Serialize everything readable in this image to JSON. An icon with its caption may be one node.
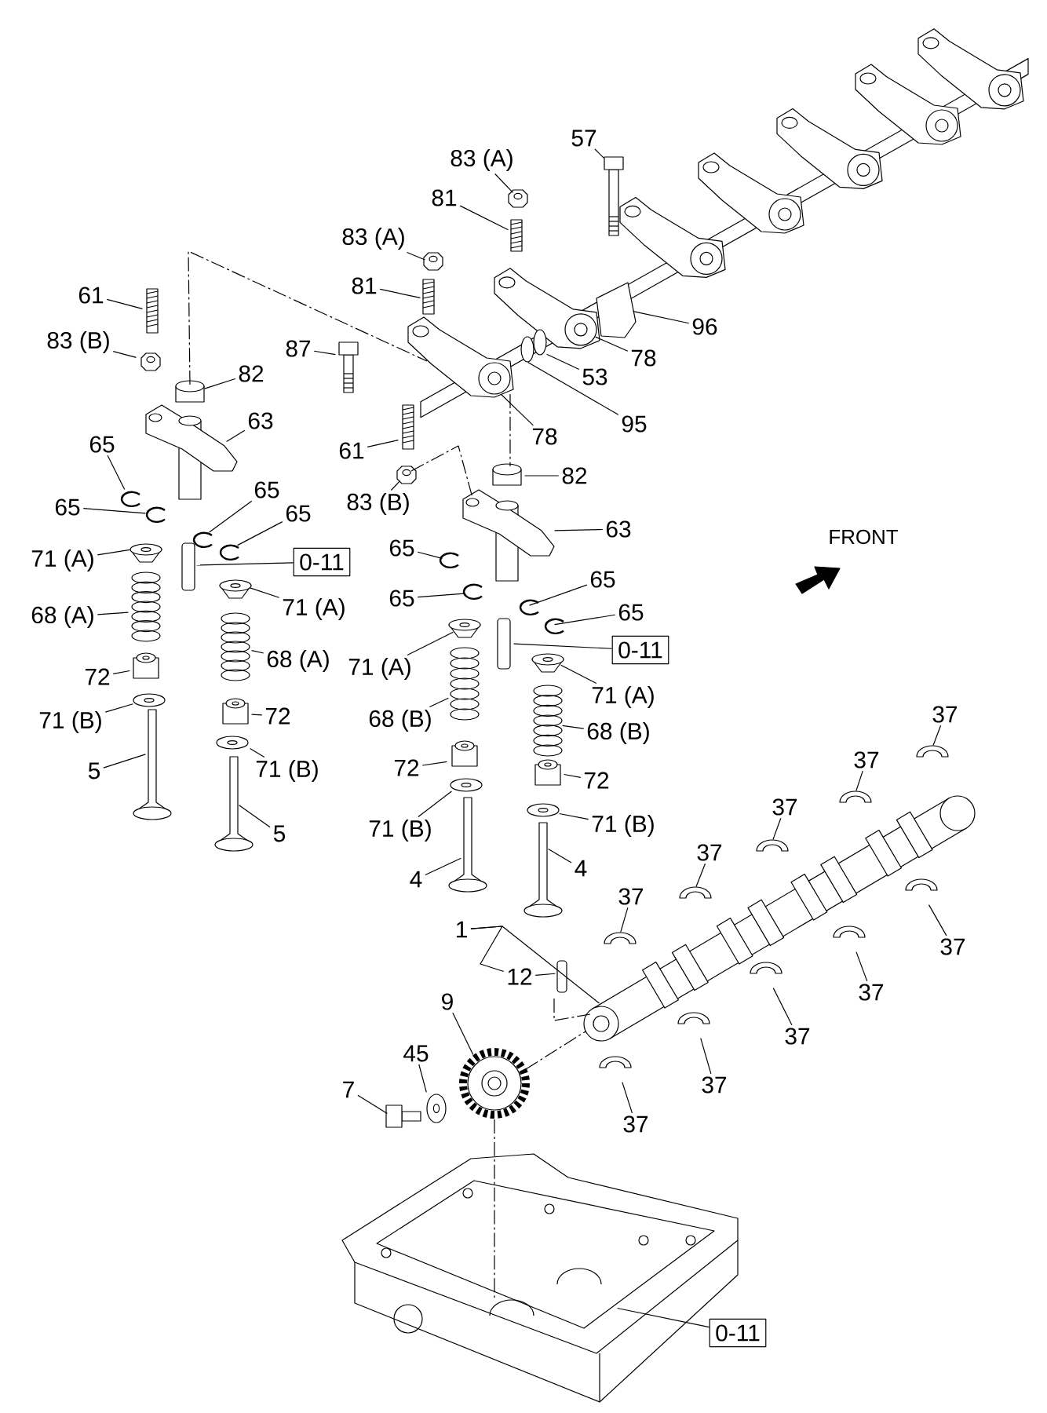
{
  "diagram": {
    "nodes": [
      {
        "text": [
          "61"
        ]
      },
      {
        "text": [
          "83 (B)"
        ]
      },
      {
        "text": [
          "82"
        ]
      },
      {
        "text": [
          "63"
        ]
      },
      {
        "text": [
          "65"
        ]
      },
      {
        "text": [
          "65"
        ]
      },
      {
        "text": [
          "65"
        ]
      },
      {
        "text": [
          "65"
        ]
      },
      {
        "text": [
          "0-11"
        ]
      },
      {
        "text": [
          "71 (A)"
        ]
      },
      {
        "text": [
          "71 (A)"
        ]
      },
      {
        "text": [
          "68 (A)"
        ]
      },
      {
        "text": [
          "68 (A)"
        ]
      },
      {
        "text": [
          "72"
        ]
      },
      {
        "text": [
          "72"
        ]
      },
      {
        "text": [
          "71 (B)"
        ]
      },
      {
        "text": [
          "71 (B)"
        ]
      },
      {
        "text": [
          "5"
        ]
      },
      {
        "text": [
          "5"
        ]
      },
      {
        "text": [
          "83 (A)"
        ]
      },
      {
        "text": [
          "81"
        ]
      },
      {
        "text": [
          "83 (A)"
        ]
      },
      {
        "text": [
          "81"
        ]
      },
      {
        "text": [
          "87"
        ]
      },
      {
        "text": [
          "57"
        ]
      },
      {
        "text": [
          "96"
        ]
      },
      {
        "text": [
          "78"
        ]
      },
      {
        "text": [
          "53"
        ]
      },
      {
        "text": [
          "95"
        ]
      },
      {
        "text": [
          "78"
        ]
      },
      {
        "text": [
          "61"
        ]
      },
      {
        "text": [
          "83 (B)"
        ]
      },
      {
        "text": [
          "82"
        ]
      },
      {
        "text": [
          "63"
        ]
      },
      {
        "text": [
          "65"
        ]
      },
      {
        "text": [
          "65"
        ]
      },
      {
        "text": [
          "65"
        ]
      },
      {
        "text": [
          "65"
        ]
      },
      {
        "text": [
          "0-11"
        ]
      },
      {
        "text": [
          "71 (A)"
        ]
      },
      {
        "text": [
          "71 (A)"
        ]
      },
      {
        "text": [
          "68 (B)"
        ]
      },
      {
        "text": [
          "68 (B)"
        ]
      },
      {
        "text": [
          "72"
        ]
      },
      {
        "text": [
          "72"
        ]
      },
      {
        "text": [
          "71 (B)"
        ]
      },
      {
        "text": [
          "71 (B)"
        ]
      },
      {
        "text": [
          "4"
        ]
      },
      {
        "text": [
          "4"
        ]
      },
      {
        "text": [
          "37"
        ]
      },
      {
        "text": [
          "37"
        ]
      },
      {
        "text": [
          "37"
        ]
      },
      {
        "text": [
          "37"
        ]
      },
      {
        "text": [
          "37"
        ]
      },
      {
        "text": [
          "37"
        ]
      },
      {
        "text": [
          "37"
        ]
      },
      {
        "text": [
          "37"
        ]
      },
      {
        "text": [
          "37"
        ]
      },
      {
        "text": [
          "37"
        ]
      },
      {
        "text": [
          "1"
        ]
      },
      {
        "text": [
          "12"
        ]
      },
      {
        "text": [
          "9"
        ]
      },
      {
        "text": [
          "45"
        ]
      },
      {
        "text": [
          "7"
        ]
      },
      {
        "text": [
          "0-11"
        ]
      },
      {
        "text": [],
        "shape": "picture"
      },
      {
        "text": [],
        "shape": "picture"
      },
      {
        "text": [],
        "shape": "box"
      },
      {
        "text": [],
        "shape": "picture"
      },
      {
        "text": [],
        "shape": "picture"
      },
      {
        "text": [],
        "shape": "picture"
      },
      {
        "text": [],
        "shape": "picture"
      },
      {
        "text": [],
        "shape": "picture"
      },
      {
        "text": [],
        "shape": "box"
      },
      {
        "text": [],
        "shape": "picture"
      },
      {
        "text": [],
        "shape": "picture"
      },
      {
        "text": [],
        "shape": "picture"
      },
      {
        "text": [],
        "shape": "picture"
      },
      {
        "text": [],
        "shape": "box"
      },
      {
        "text": [],
        "shape": "box"
      },
      {
        "text": [],
        "shape": "picture"
      },
      {
        "text": [],
        "shape": "picture"
      },
      {
        "text": [],
        "shape": "picture"
      },
      {
        "text": [],
        "shape": "picture"
      },
      {
        "text": [],
        "shape": "picture"
      },
      {
        "text": [],
        "shape": "picture"
      },
      {
        "text": [],
        "shape": "picture"
      },
      {
        "text": [],
        "shape": "picture"
      },
      {
        "text": [],
        "shape": "picture"
      },
      {
        "text": [],
        "shape": "picture"
      },
      {
        "text": [],
        "shape": "picture"
      },
      {
        "text": [],
        "shape": "picture"
      },
      {
        "text": [],
        "shape": "circle"
      },
      {
        "text": [],
        "shape": "circle"
      },
      {
        "text": [],
        "shape": "picture"
      },
      {
        "text": [],
        "shape": "picture"
      },
      {
        "text": [],
        "shape": "picture"
      },
      {
        "text": [],
        "shape": "box"
      },
      {
        "text": [],
        "shape": "picture"
      },
      {
        "text": [],
        "shape": "picture"
      },
      {
        "text": [],
        "shape": "picture"
      },
      {
        "text": [],
        "shape": "picture"
      },
      {
        "text": [],
        "shape": "picture"
      },
      {
        "text": [],
        "shape": "box"
      },
      {
        "text": [],
        "shape": "picture"
      },
      {
        "text": [],
        "shape": "picture"
      },
      {
        "text": [],
        "shape": "picture"
      },
      {
        "text": [],
        "shape": "picture"
      },
      {
        "text": [],
        "shape": "box"
      },
      {
        "text": [],
        "shape": "box"
      },
      {
        "text": [],
        "shape": "picture"
      },
      {
        "text": [],
        "shape": "picture"
      },
      {
        "text": [],
        "shape": "picture"
      },
      {
        "text": [],
        "shape": "picture"
      },
      {
        "text": [],
        "shape": "picture"
      },
      {
        "text": [],
        "shape": "picture"
      },
      {
        "text": [],
        "shape": "picture"
      },
      {
        "text": [],
        "shape": "picture"
      },
      {
        "text": [],
        "shape": "picture"
      },
      {
        "text": [],
        "shape": "picture"
      },
      {
        "text": [],
        "shape": "picture"
      },
      {
        "text": [],
        "shape": "picture"
      },
      {
        "text": [],
        "shape": "picture"
      },
      {
        "text": [],
        "shape": "picture"
      },
      {
        "text": [],
        "shape": "picture"
      },
      {
        "text": [],
        "shape": "box"
      },
      {
        "text": [],
        "shape": "picture"
      },
      {
        "text": [],
        "shape": "picture"
      },
      {
        "text": [],
        "shape": "picture"
      },
      {
        "text": [],
        "shape": "picture"
      }
    ],
    "edges": [
      {
        "from": 0,
        "to": 65,
        "arrow": "none"
      },
      {
        "from": 1,
        "to": 66,
        "arrow": "none"
      },
      {
        "from": 2,
        "to": 67,
        "arrow": "none"
      },
      {
        "from": 3,
        "to": 68,
        "arrow": "none"
      },
      {
        "from": 4,
        "to": 69,
        "arrow": "none"
      },
      {
        "from": 5,
        "to": 70,
        "arrow": "none"
      },
      {
        "from": 6,
        "to": 71,
        "arrow": "none"
      },
      {
        "from": 7,
        "to": 72,
        "arrow": "none"
      },
      {
        "from": 8,
        "to": 73,
        "arrow": "none"
      },
      {
        "from": 9,
        "to": 74,
        "arrow": "none"
      },
      {
        "from": 10,
        "to": 75,
        "arrow": "none"
      },
      {
        "from": 11,
        "to": 76,
        "arrow": "none"
      },
      {
        "from": 12,
        "to": 77,
        "arrow": "none"
      },
      {
        "from": 13,
        "to": 78,
        "arrow": "none"
      },
      {
        "from": 14,
        "to": 79,
        "arrow": "none"
      },
      {
        "from": 15,
        "to": 80,
        "arrow": "none"
      },
      {
        "from": 16,
        "to": 81,
        "arrow": "none"
      },
      {
        "from": 17,
        "to": 82,
        "arrow": "none"
      },
      {
        "from": 18,
        "to": 83,
        "arrow": "none"
      },
      {
        "from": 19,
        "to": 84,
        "arrow": "none"
      },
      {
        "from": 20,
        "to": 85,
        "arrow": "none"
      },
      {
        "from": 21,
        "to": 86,
        "arrow": "none"
      },
      {
        "from": 22,
        "to": 87,
        "arrow": "none"
      },
      {
        "from": 23,
        "to": 88,
        "arrow": "none"
      },
      {
        "from": 24,
        "to": 89,
        "arrow": "none"
      },
      {
        "from": 25,
        "to": 90,
        "arrow": "none"
      },
      {
        "from": 26,
        "to": 91,
        "arrow": "none"
      },
      {
        "from": 27,
        "to": 93,
        "arrow": "none"
      },
      {
        "from": 28,
        "to": 92,
        "arrow": "none"
      },
      {
        "from": 29,
        "to": 94,
        "arrow": "none"
      },
      {
        "from": 30,
        "to": 95,
        "arrow": "none"
      },
      {
        "from": 31,
        "to": 96,
        "arrow": "none"
      },
      {
        "from": 32,
        "to": 97,
        "arrow": "none"
      },
      {
        "from": 33,
        "to": 98,
        "arrow": "none"
      },
      {
        "from": 34,
        "to": 99,
        "arrow": "none"
      },
      {
        "from": 35,
        "to": 100,
        "arrow": "none"
      },
      {
        "from": 36,
        "to": 101,
        "arrow": "none"
      },
      {
        "from": 37,
        "to": 102,
        "arrow": "none"
      },
      {
        "from": 38,
        "to": 103,
        "arrow": "none"
      },
      {
        "from": 39,
        "to": 104,
        "arrow": "none"
      },
      {
        "from": 40,
        "to": 105,
        "arrow": "none"
      },
      {
        "from": 41,
        "to": 106,
        "arrow": "none"
      },
      {
        "from": 42,
        "to": 107,
        "arrow": "none"
      },
      {
        "from": 43,
        "to": 108,
        "arrow": "none"
      },
      {
        "from": 44,
        "to": 109,
        "arrow": "none"
      },
      {
        "from": 45,
        "to": 110,
        "arrow": "none"
      },
      {
        "from": 46,
        "to": 111,
        "arrow": "none"
      },
      {
        "from": 47,
        "to": 112,
        "arrow": "none"
      },
      {
        "from": 48,
        "to": 113,
        "arrow": "none"
      },
      {
        "from": 49,
        "to": 114,
        "arrow": "none"
      },
      {
        "from": 50,
        "to": 115,
        "arrow": "none"
      },
      {
        "from": 51,
        "to": 116,
        "arrow": "none"
      },
      {
        "from": 52,
        "to": 117,
        "arrow": "none"
      },
      {
        "from": 53,
        "to": 118,
        "arrow": "none"
      },
      {
        "from": 54,
        "to": 119,
        "arrow": "none"
      },
      {
        "from": 55,
        "to": 120,
        "arrow": "none"
      },
      {
        "from": 56,
        "to": 121,
        "arrow": "none"
      },
      {
        "from": 57,
        "to": 122,
        "arrow": "none"
      },
      {
        "from": 58,
        "to": 123,
        "arrow": "none"
      },
      {
        "from": 59,
        "to": 124,
        "arrow": "none"
      },
      {
        "from": 60,
        "to": 125,
        "arrow": "none"
      },
      {
        "from": 61,
        "to": 126,
        "arrow": "none"
      },
      {
        "from": 62,
        "to": 127,
        "arrow": "none"
      },
      {
        "from": 63,
        "to": 128,
        "arrow": "none"
      },
      {
        "from": 64,
        "to": 129,
        "arrow": "none"
      },
      {
        "from": 67,
        "to": 94,
        "arrow": "none",
        "style": "dashed"
      },
      {
        "from": 94,
        "to": 97,
        "arrow": "none",
        "style": "dashed"
      },
      {
        "from": 96,
        "to": 98,
        "arrow": "none",
        "style": "dashed"
      },
      {
        "from": 126,
        "to": 124,
        "arrow": "none",
        "style": "dashed"
      },
      {
        "from": 126,
        "to": 129,
        "arrow": "none",
        "style": "dashed"
      },
      {
        "from": 125,
        "to": 124,
        "arrow": "none",
        "style": "dashed"
      },
      {
        "from": 59,
        "to": 60,
        "arrow": "none"
      }
    ],
    "labels": [
      "FRONT"
    ]
  }
}
